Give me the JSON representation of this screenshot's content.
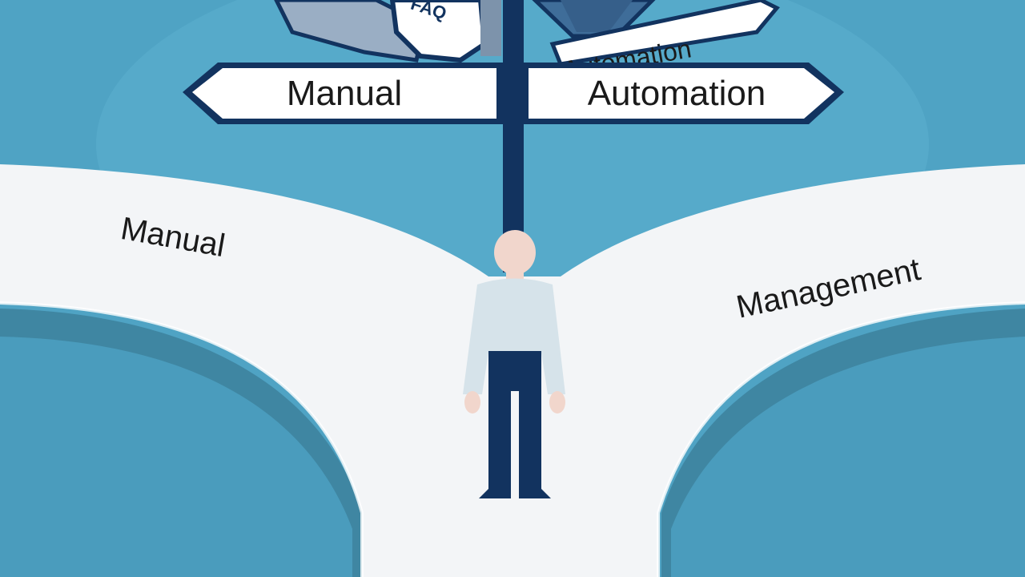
{
  "colors": {
    "sky": "#4fa3c4",
    "sky_light": "#5fb4d2",
    "road": "#f3f5f7",
    "road_shadow": "#3b7f9a",
    "navy": "#12335f",
    "sign_fill": "#ffffff",
    "sign_back": "#9aaec4",
    "shirt": "#d6e3ea",
    "skin": "#f1d6cc"
  },
  "signpost": {
    "left_sign": "Manual",
    "right_sign": "Automation",
    "upper_right_sign": "Automation",
    "upper_left_sign": "FAQ"
  },
  "road_labels": {
    "left": "Manual",
    "right": "Management"
  },
  "figure": {
    "icon": "person-icon"
  }
}
